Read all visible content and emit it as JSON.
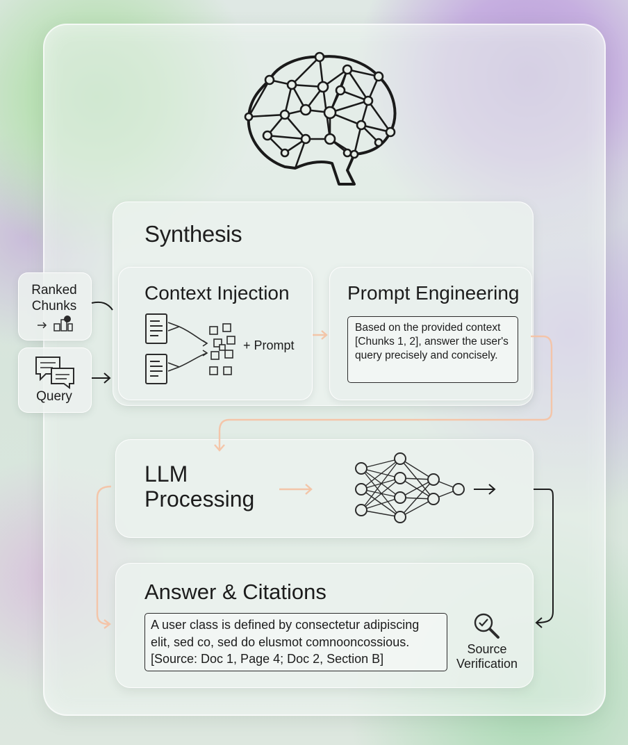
{
  "synthesis": {
    "title": "Synthesis"
  },
  "sidebar": {
    "ranked_chunks_label": "Ranked\nChunks",
    "query_label": "Query"
  },
  "context_injection": {
    "title": "Context Injection",
    "plus_prompt": "+ Prompt"
  },
  "prompt_engineering": {
    "title": "Prompt Engineering",
    "text": "Based on the provided context [Chunks 1, 2], answer the user's query precisely and concisely."
  },
  "llm": {
    "title": "LLM\nProcessing"
  },
  "answer": {
    "title": "Answer & Citations",
    "text_line1": "A user class is defined by consectetur adipiscing",
    "text_line2": "elit, sed co, sed do elusmot comnooncossious.",
    "text_line3": "[Source: Doc 1, Page 4; Doc 2, Section B]",
    "verification_label": "Source\nVerification"
  },
  "icons": [
    "brain-network-icon",
    "ranked-chunks-icon",
    "chat-bubbles-icon",
    "document-icon",
    "chunk-grid-icon",
    "neural-network-icon",
    "magnifier-check-icon"
  ],
  "colors": {
    "flow_arrow": "#f3c4a4",
    "ink": "#1c1c1c"
  }
}
